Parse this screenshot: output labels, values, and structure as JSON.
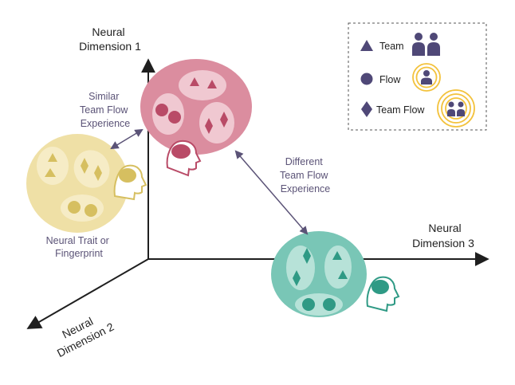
{
  "axes": {
    "dimension1": [
      "Neural",
      "Dimension 1"
    ],
    "dimension2": [
      "Neural",
      "Dimension 2"
    ],
    "dimension3": [
      "Neural",
      "Dimension 3"
    ]
  },
  "annotations": {
    "similar": [
      "Similar",
      "Team Flow",
      "Experience"
    ],
    "different": [
      "Different",
      "Team Flow",
      "Experience"
    ],
    "trait": [
      "Neural Trait or",
      "Fingerprint"
    ]
  },
  "legend": {
    "team": "Team",
    "flow": "Flow",
    "team_flow": "Team Flow"
  },
  "colors": {
    "yellow": "#efe0a6",
    "yellow_dark": "#d6bf60",
    "pink": "#db8d9f",
    "pink_dark": "#b94b67",
    "teal": "#79c6b6",
    "teal_dark": "#2f9a85",
    "legend_glyph": "#4f4877",
    "legend_ring": "#f3c23c",
    "arrow": "#5b5377"
  }
}
